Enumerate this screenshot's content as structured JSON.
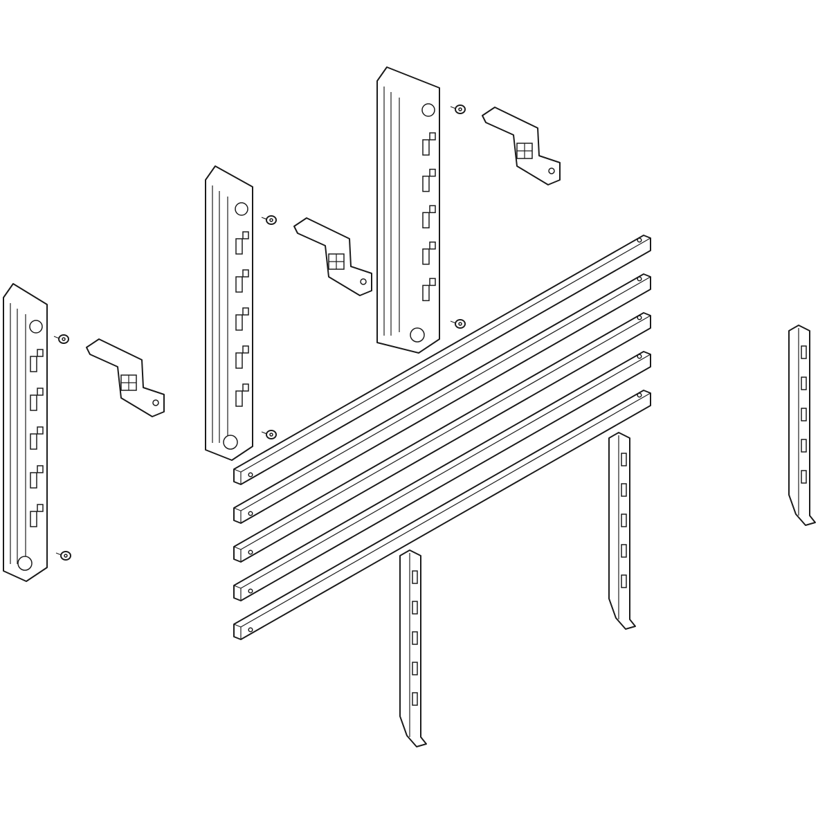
{
  "drawing": {
    "subject": "",
    "colors": {
      "line": "#1a1a1a",
      "background": "#ffffff"
    },
    "parts": {
      "busbars": 5,
      "holders": 3,
      "connectors": 3,
      "screws": 6,
      "supports": 3
    }
  }
}
